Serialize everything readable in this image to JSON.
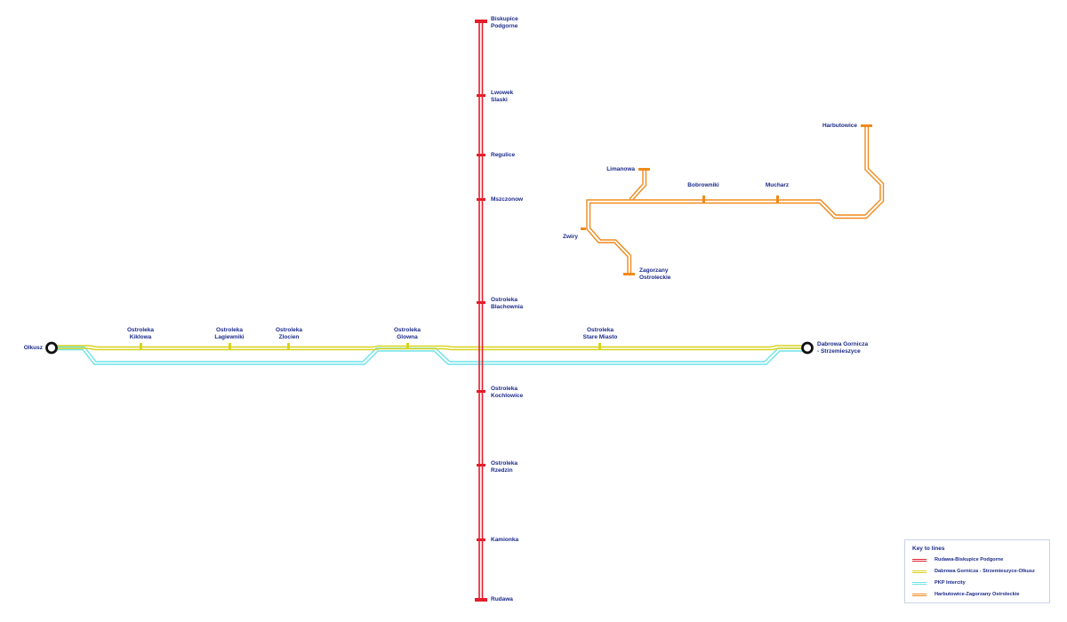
{
  "colors": {
    "red": "#e41e2b",
    "yellow": "#d8d31c",
    "cyan": "#6ee4e8",
    "orange": "#f08a1c",
    "label": "#1b2a8a",
    "terminal": "#111111"
  },
  "stations": {
    "biskupice_podgorne": "Biskupice\nPodgorne",
    "lwowek_slaski": "Lwowek\nSlaski",
    "regulice": "Regulice",
    "mszczonow": "Mszczonow",
    "ostroleka_blachownia": "Ostroleka\nBlachownia",
    "ostroleka_kochlowice": "Ostroleka\nKochlowice",
    "ostroleka_rzedzin": "Ostroleka\nRzedzin",
    "kamionka": "Kamionka",
    "rudawa": "Rudawa",
    "olkusz": "Olkusz",
    "ostroleka_kiklowa": "Ostroleka\nKiklowa",
    "ostroleka_lagiewniki": "Ostroleka\nLagiewniki",
    "ostroleka_zlocien": "Ostroleka\nZlocien",
    "ostroleka_glowna": "Ostroleka\nGlowna",
    "ostroleka_stare_miasto": "Ostroleka\nStare Miasto",
    "dabrowa_gornicza": "Dabrowa Gornicza\n- Strzemieszyce",
    "harbutowice": "Harbutowice",
    "limanowa": "Limanowa",
    "bobrowniki": "Bobrowniki",
    "mucharz": "Mucharz",
    "zwiry": "Zwiry",
    "zagorzany_ostroleckie": "Zagorzany\nOstroleckie"
  },
  "legend": {
    "title": "Key to lines",
    "items": [
      {
        "label": "Rudawa-Biskupice Podgorne",
        "color": "#e41e2b"
      },
      {
        "label": "Dabrowa Gornicza - Strzemieszyce-Olkusz",
        "color": "#d8d31c"
      },
      {
        "label": "PKP Intercity",
        "color": "#6ee4e8"
      },
      {
        "label": "Harbutowice-Zagorzany Ostroleckie",
        "color": "#f08a1c"
      }
    ]
  }
}
